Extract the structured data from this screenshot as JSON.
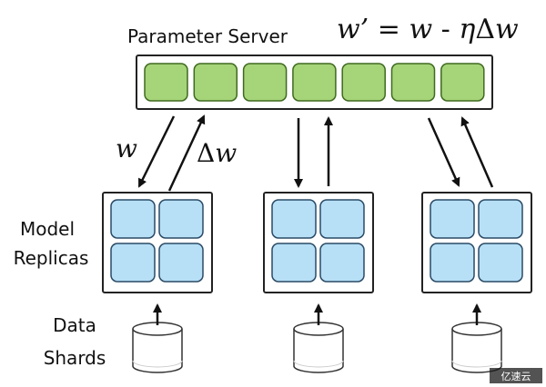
{
  "labels": {
    "parameter_server": "Parameter Server",
    "model_replicas_line1": "Model",
    "model_replicas_line2": "Replicas",
    "data_shards_line1": "Data",
    "data_shards_line2": "Shards"
  },
  "equation": {
    "w_prime": "w’",
    "equals": " = ",
    "w": "w",
    "minus": " - ",
    "eta": "η",
    "delta": "Δ",
    "w_last": "w"
  },
  "arrow_labels": {
    "w": "w",
    "delta_w_delta": "Δ",
    "delta_w_w": "w"
  },
  "watermark": "亿速云",
  "colors": {
    "server_cell": "#a6d479",
    "server_cell_border": "#3f6a1f",
    "replica_cell": "#b7e0f7",
    "replica_cell_border": "#2a4a66",
    "frame": "#222222",
    "frame_fill": "#ffffff"
  }
}
